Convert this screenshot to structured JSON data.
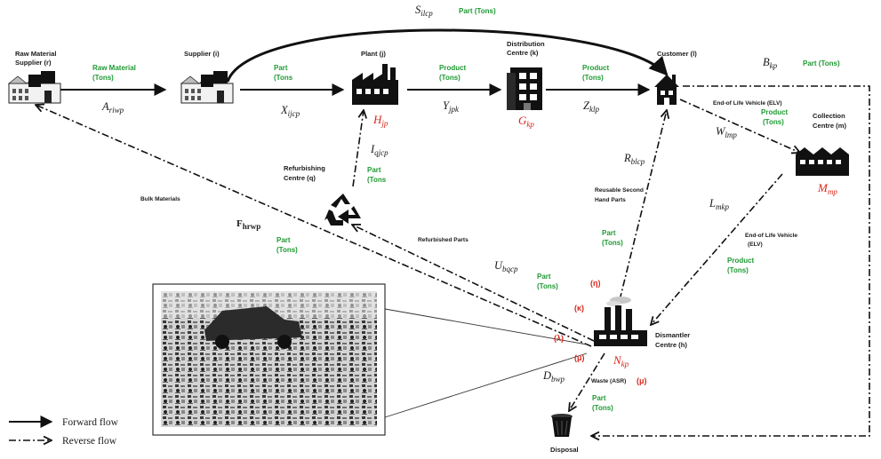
{
  "nodes": {
    "raw_material_supplier": {
      "line1": "Raw Material",
      "line2": "Supplier (r)"
    },
    "supplier": {
      "label": "Supplier (i)"
    },
    "plant": {
      "label": "Plant (j)",
      "cost_label": "H",
      "cost_sub": "jp"
    },
    "distribution_centre": {
      "line1": "Distribution",
      "line2": "Centre (k)",
      "cost_label": "G",
      "cost_sub": "kp"
    },
    "customer": {
      "label": "Customer (l)"
    },
    "collection_centre": {
      "line1": "Collection",
      "line2": "Centre (m)",
      "cost_label": "M",
      "cost_sub": "mp"
    },
    "refurbishing_centre": {
      "line1": "Refurbishing",
      "line2": "Centre (q)"
    },
    "dismantler_centre": {
      "line1": "Dismantler",
      "line2": "Centre (h)",
      "cost_label": "N",
      "cost_sub": "kp"
    },
    "disposal": {
      "label": "Disposal"
    }
  },
  "flows": {
    "raw_material": {
      "line1": "Raw Material",
      "line2": "(Tons)",
      "var": "A",
      "sub": "riwp"
    },
    "supplier_plant": {
      "line1": "Part",
      "line2": "(Tons",
      "var": "X",
      "sub": "ijcp"
    },
    "plant_distribution": {
      "line1": "Product",
      "line2": "(Tons)",
      "var": "Y",
      "sub": "jpk"
    },
    "distribution_customer": {
      "line1": "Product",
      "line2": "(Tons)",
      "var": "Z",
      "sub": "klp"
    },
    "supplier_customer": {
      "var": "S",
      "sub": "ilcp",
      "green": "Part (Tons)"
    },
    "customer_disposal": {
      "var": "B",
      "sub": "kp",
      "green": "Part (Tons)"
    },
    "customer_collection": {
      "note": "End-of Life Vehicle (ELV)",
      "line1": "Product",
      "line2": "(Tons)",
      "var": "W",
      "sub": "lmp"
    },
    "refurbishing_plant": {
      "line1": "Part",
      "line2": "(Tons",
      "var": "I",
      "sub": "qjcp"
    },
    "dismantler_customer": {
      "note1": "Reusable Second",
      "note2": "Hand Parts",
      "line1": "Part",
      "line2": "(Tons)",
      "var": "R",
      "sub": "blcp"
    },
    "collection_dismantler": {
      "note1": "End-of Life Vehicle",
      "note2": "(ELV)",
      "line1": "Product",
      "line2": "(Tons)",
      "var": "L",
      "sub": "mkp"
    },
    "dismantler_refurbishing": {
      "note": "Refurbished Parts",
      "line1": "Part",
      "line2": "(Tons)",
      "var": "U",
      "sub": "bqcp"
    },
    "dismantler_raw": {
      "note": "Bulk Materials",
      "line1": "Part",
      "line2": "(Tons)",
      "var": "F",
      "sub": "hrwp"
    },
    "dismantler_disposal": {
      "note": "Waste (ASR)",
      "greek": "(μ)",
      "line1": "Part",
      "line2": "(Tons)",
      "var": "D",
      "sub": "bwp"
    }
  },
  "greek_labels": {
    "eta": "(η)",
    "kappa": "(κ)",
    "lambda": "(λ)",
    "mu": "(μ)"
  },
  "legend": {
    "forward": "Forward flow",
    "reverse": "Reverse flow"
  },
  "colors": {
    "green": "#1f9a33",
    "red": "#d7281e",
    "ink": "#111111"
  },
  "icons": {
    "raw_material_supplier": "factory-small-icon",
    "supplier": "factory-small-icon",
    "plant": "factory-icon",
    "distribution_centre": "building-icon",
    "customer": "house-icon",
    "collection_centre": "warehouse-icon",
    "refurbishing_centre": "recycle-icon",
    "dismantler_centre": "smokestack-factory-icon",
    "disposal": "trash-bin-icon",
    "car_parts_photo": "car-parts-photo"
  }
}
